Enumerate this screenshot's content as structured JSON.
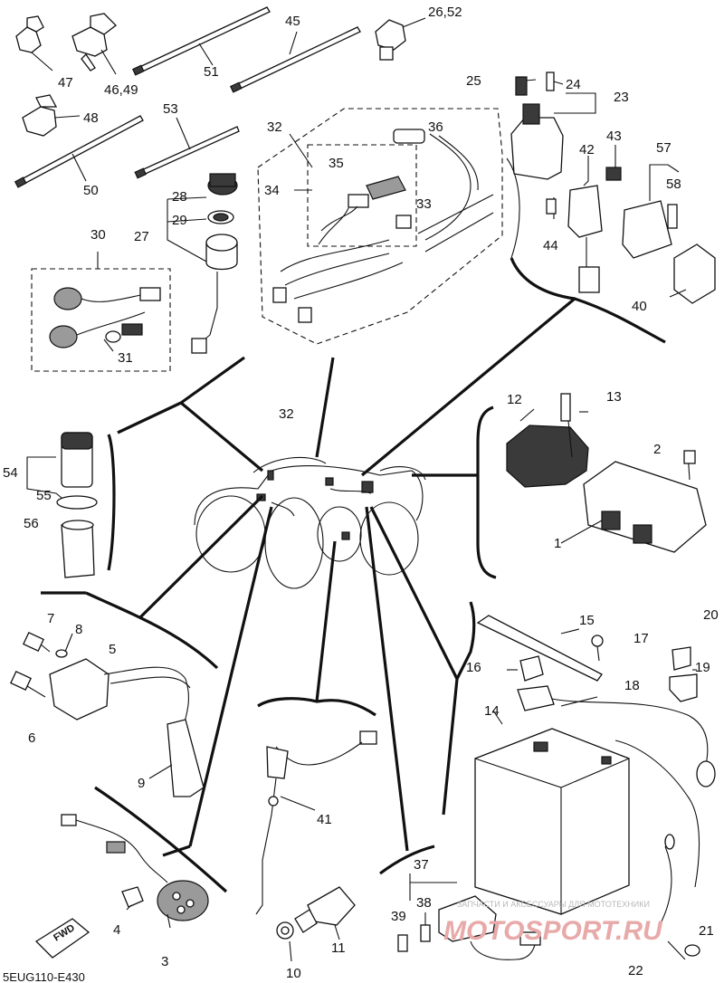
{
  "diagram": {
    "code": "5EUG110-E430",
    "fwd_label": "FWD",
    "watermark": {
      "caption": "ЗАПЧАСТИ И АКСЕССУАРЫ ДЛЯ МОТОТЕХНИКИ",
      "brand": "MOTOSPORT.RU"
    },
    "labels": {
      "l47": "47",
      "l4649": "46,49",
      "l51": "51",
      "l45": "45",
      "l2652": "26,52",
      "l48": "48",
      "l50": "50",
      "l53": "53",
      "l28": "28",
      "l29": "29",
      "l27": "27",
      "l30": "30",
      "l31": "31",
      "l32a": "32",
      "l34": "34",
      "l35": "35",
      "l36": "36",
      "l33": "33",
      "l25": "25",
      "l24": "24",
      "l23": "23",
      "l42": "42",
      "l43": "43",
      "l57": "57",
      "l58": "58",
      "l44": "44",
      "l40": "40",
      "l32b": "32",
      "l12": "12",
      "l13": "13",
      "l2": "2",
      "l1": "1",
      "l54": "54",
      "l55": "55",
      "l56": "56",
      "l7": "7",
      "l8": "8",
      "l5": "5",
      "l6": "6",
      "l9": "9",
      "l15": "15",
      "l17": "17",
      "l20": "20",
      "l16": "16",
      "l19": "19",
      "l18": "18",
      "l14": "14",
      "l41": "41",
      "l4": "4",
      "l3": "3",
      "l10": "10",
      "l11": "11",
      "l37": "37",
      "l38": "38",
      "l39": "39",
      "l21": "21",
      "l22": "22"
    }
  }
}
